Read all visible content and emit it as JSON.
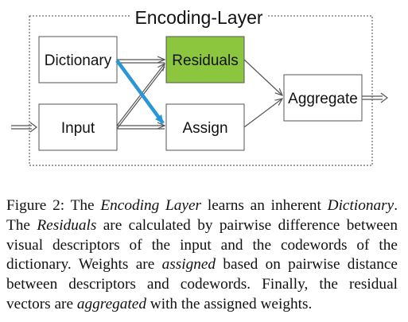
{
  "diagram": {
    "title": "Encoding-Layer",
    "nodes": {
      "dictionary": "Dictionary",
      "residuals": "Residuals",
      "input": "Input",
      "assign": "Assign",
      "aggregate": "Aggregate"
    },
    "colors": {
      "residuals_fill": "#8cc63f",
      "highlight_arrow": "#2a96d6",
      "box_border": "#555555"
    }
  },
  "caption": {
    "prefix": "Figure 2: The ",
    "term_encoding_layer": "Encoding Layer",
    "text1": " learns an inherent ",
    "term_dictionary": "Dictionary",
    "text2": ". The ",
    "term_residuals": "Residuals",
    "text3": " are calculated by pairwise difference between visual descriptors of the input and the codewords of the dictionary. Weights are ",
    "term_assigned": "assigned",
    "text4": " based on pairwise distance between descriptors and codewords. Finally, the residual vectors are ",
    "term_aggregated": "aggregated",
    "text5": " with the assigned weights."
  }
}
